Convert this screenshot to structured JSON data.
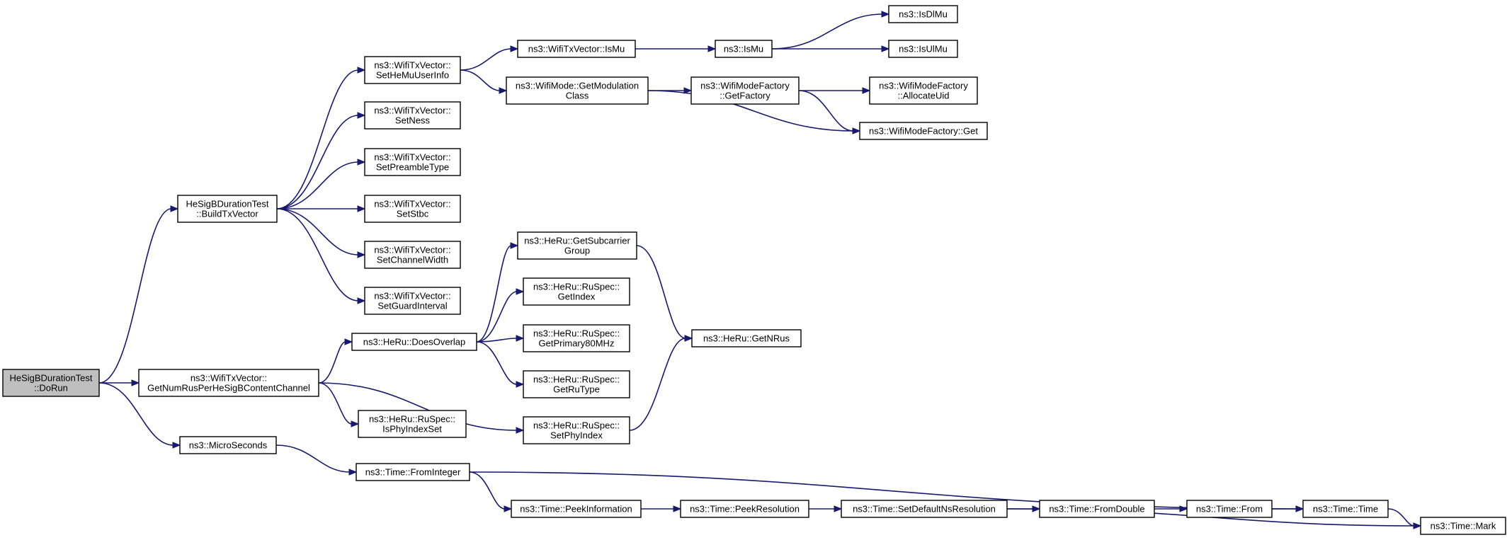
{
  "graph": {
    "nodes": [
      {
        "id": "dorun",
        "lines": [
          "HeSigBDurationTest",
          "::DoRun"
        ],
        "root": true
      },
      {
        "id": "buildtx",
        "lines": [
          "HeSigBDurationTest",
          "::BuildTxVector"
        ]
      },
      {
        "id": "getnumrus",
        "lines": [
          "ns3::WifiTxVector::",
          "GetNumRusPerHeSigBContentChannel"
        ]
      },
      {
        "id": "micro",
        "lines": [
          "ns3::MicroSeconds"
        ]
      },
      {
        "id": "sethemu",
        "lines": [
          "ns3::WifiTxVector::",
          "SetHeMuUserInfo"
        ]
      },
      {
        "id": "setness",
        "lines": [
          "ns3::WifiTxVector::",
          "SetNess"
        ]
      },
      {
        "id": "setpreamble",
        "lines": [
          "ns3::WifiTxVector::",
          "SetPreambleType"
        ]
      },
      {
        "id": "setstbc",
        "lines": [
          "ns3::WifiTxVector::",
          "SetStbc"
        ]
      },
      {
        "id": "setchan",
        "lines": [
          "ns3::WifiTxVector::",
          "SetChannelWidth"
        ]
      },
      {
        "id": "setguard",
        "lines": [
          "ns3::WifiTxVector::",
          "SetGuardInterval"
        ]
      },
      {
        "id": "doesoverlap",
        "lines": [
          "ns3::HeRu::DoesOverlap"
        ]
      },
      {
        "id": "isphyset",
        "lines": [
          "ns3::HeRu::RuSpec::",
          "IsPhyIndexSet"
        ]
      },
      {
        "id": "fromint",
        "lines": [
          "ns3::Time::FromInteger"
        ]
      },
      {
        "id": "txismu",
        "lines": [
          "ns3::WifiTxVector::IsMu"
        ]
      },
      {
        "id": "getmodclass",
        "lines": [
          "ns3::WifiMode::GetModulation",
          "Class"
        ]
      },
      {
        "id": "getsubgroup",
        "lines": [
          "ns3::HeRu::GetSubcarrier",
          "Group"
        ]
      },
      {
        "id": "getindex",
        "lines": [
          "ns3::HeRu::RuSpec::",
          "GetIndex"
        ]
      },
      {
        "id": "getprimary",
        "lines": [
          "ns3::HeRu::RuSpec::",
          "GetPrimary80MHz"
        ]
      },
      {
        "id": "getrutype",
        "lines": [
          "ns3::HeRu::RuSpec::",
          "GetRuType"
        ]
      },
      {
        "id": "setphyidx",
        "lines": [
          "ns3::HeRu::RuSpec::",
          "SetPhyIndex"
        ]
      },
      {
        "id": "peekinfo",
        "lines": [
          "ns3::Time::PeekInformation"
        ]
      },
      {
        "id": "ismu",
        "lines": [
          "ns3::IsMu"
        ]
      },
      {
        "id": "getfactory",
        "lines": [
          "ns3::WifiModeFactory",
          "::GetFactory"
        ]
      },
      {
        "id": "getnrus",
        "lines": [
          "ns3::HeRu::GetNRus"
        ]
      },
      {
        "id": "peekres",
        "lines": [
          "ns3::Time::PeekResolution"
        ]
      },
      {
        "id": "isdlmu",
        "lines": [
          "ns3::IsDlMu"
        ]
      },
      {
        "id": "isulmu",
        "lines": [
          "ns3::IsUlMu"
        ]
      },
      {
        "id": "allocuid",
        "lines": [
          "ns3::WifiModeFactory",
          "::AllocateUid"
        ]
      },
      {
        "id": "factoryget",
        "lines": [
          "ns3::WifiModeFactory::Get"
        ]
      },
      {
        "id": "setdefres",
        "lines": [
          "ns3::Time::SetDefaultNsResolution"
        ]
      },
      {
        "id": "fromdouble",
        "lines": [
          "ns3::Time::FromDouble"
        ]
      },
      {
        "id": "from",
        "lines": [
          "ns3::Time::From"
        ]
      },
      {
        "id": "time",
        "lines": [
          "ns3::Time::Time"
        ]
      },
      {
        "id": "mark",
        "lines": [
          "ns3::Time::Mark"
        ]
      }
    ],
    "edges": [
      [
        "dorun",
        "buildtx"
      ],
      [
        "dorun",
        "getnumrus"
      ],
      [
        "dorun",
        "micro"
      ],
      [
        "buildtx",
        "sethemu"
      ],
      [
        "buildtx",
        "setness"
      ],
      [
        "buildtx",
        "setpreamble"
      ],
      [
        "buildtx",
        "setstbc"
      ],
      [
        "buildtx",
        "setchan"
      ],
      [
        "buildtx",
        "setguard"
      ],
      [
        "sethemu",
        "txismu"
      ],
      [
        "sethemu",
        "getmodclass"
      ],
      [
        "txismu",
        "ismu"
      ],
      [
        "ismu",
        "isdlmu"
      ],
      [
        "ismu",
        "isulmu"
      ],
      [
        "getmodclass",
        "getfactory"
      ],
      [
        "getmodclass",
        "factoryget"
      ],
      [
        "getfactory",
        "allocuid"
      ],
      [
        "getfactory",
        "factoryget"
      ],
      [
        "getnumrus",
        "doesoverlap"
      ],
      [
        "getnumrus",
        "isphyset"
      ],
      [
        "getnumrus",
        "setphyidx"
      ],
      [
        "doesoverlap",
        "getsubgroup"
      ],
      [
        "doesoverlap",
        "getindex"
      ],
      [
        "doesoverlap",
        "getprimary"
      ],
      [
        "doesoverlap",
        "getrutype"
      ],
      [
        "getsubgroup",
        "getnrus"
      ],
      [
        "setphyidx",
        "getnrus"
      ],
      [
        "micro",
        "fromint"
      ],
      [
        "fromint",
        "time"
      ],
      [
        "fromint",
        "peekinfo"
      ],
      [
        "peekinfo",
        "peekres"
      ],
      [
        "peekres",
        "setdefres"
      ],
      [
        "setdefres",
        "fromdouble"
      ],
      [
        "setdefres",
        "mark"
      ],
      [
        "fromdouble",
        "from"
      ],
      [
        "from",
        "time"
      ],
      [
        "time",
        "mark"
      ]
    ]
  }
}
